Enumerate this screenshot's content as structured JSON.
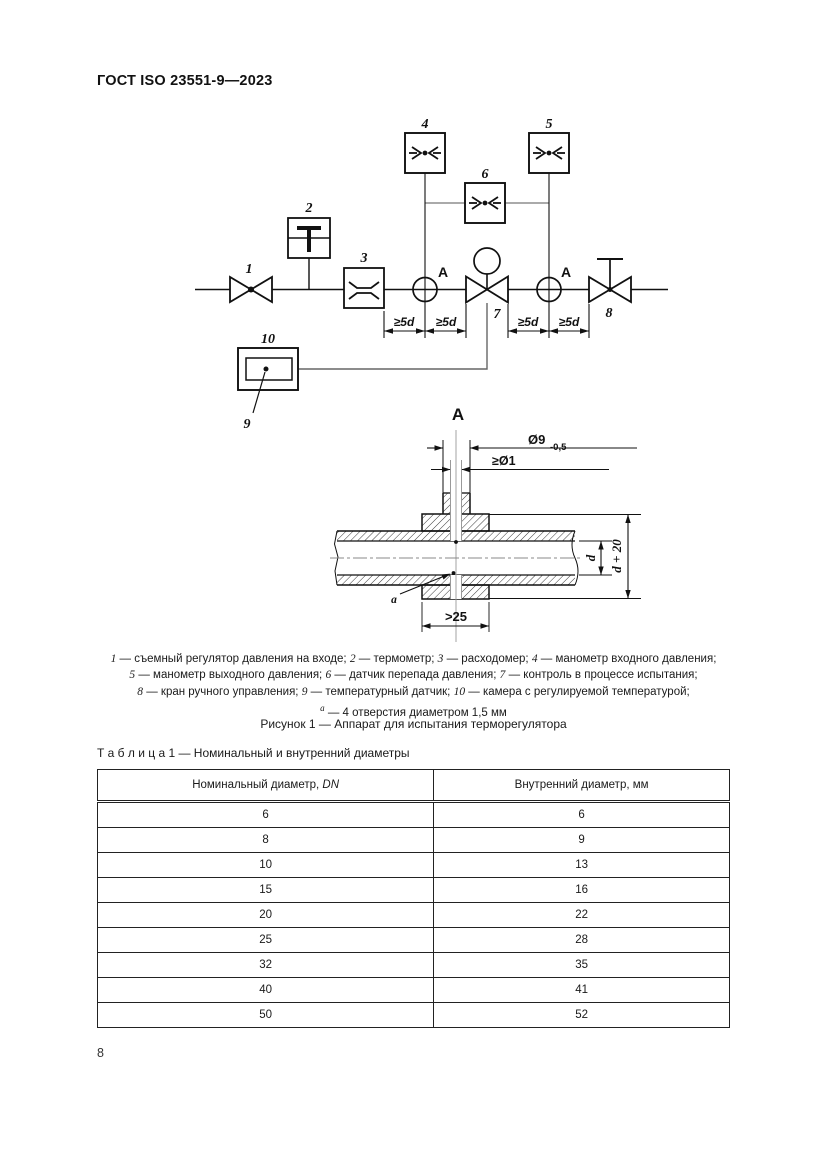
{
  "page": {
    "header": "ГОСТ ISO 23551-9—2023",
    "page_number": "8"
  },
  "figure": {
    "schematic": {
      "item_labels": {
        "i1": "1",
        "i2": "2",
        "i3": "3",
        "i4": "4",
        "i5": "5",
        "i6": "6",
        "i7": "7",
        "i8": "8",
        "i9": "9",
        "i10": "10"
      },
      "point_a_left": "A",
      "point_a_right": "A",
      "dims": [
        "≥5d",
        "≥5d",
        "≥5d",
        "≥5d"
      ]
    },
    "detail": {
      "title": "A",
      "dim_d9": "Ø9",
      "dim_d9_tol": "-0,5",
      "dim_min_hole": "≥Ø1",
      "dim_d": "d",
      "dim_d20": "d + 20",
      "dim_w25": ">25",
      "hole_ref": "a"
    },
    "legend": {
      "lines": [
        [
          {
            "n": "1",
            "t": "— съемный регулятор давления на входе;"
          },
          {
            "n": "2",
            "t": "— термометр;"
          },
          {
            "n": "3",
            "t": "— расходомер;"
          },
          {
            "n": "4",
            "t": "— манометр входного давления;"
          }
        ],
        [
          {
            "n": "5",
            "t": "— манометр выходного давления;"
          },
          {
            "n": "6",
            "t": "— датчик перепада давления;"
          },
          {
            "n": "7",
            "t": "— контроль в процессе испытания;"
          }
        ],
        [
          {
            "n": "8",
            "t": "— кран ручного управления;"
          },
          {
            "n": "9",
            "t": "— температурный датчик;"
          },
          {
            "n": "10",
            "t": "— камера с регулируемой температурой;"
          }
        ],
        [
          {
            "n": "a",
            "sup": true,
            "t": "— 4 отверстия диаметром 1,5 мм"
          }
        ]
      ]
    },
    "caption": "Рисунок 1 — Аппарат для испытания терморегулятора"
  },
  "table": {
    "title": "Т а б л и ц а  1 — Номинальный и внутренний диаметры",
    "headers": {
      "col1_text": "Номинальный диаметр, ",
      "col1_italic": "DN",
      "col2": "Внутренний диаметр, мм"
    },
    "rows": [
      [
        "6",
        "6"
      ],
      [
        "8",
        "9"
      ],
      [
        "10",
        "13"
      ],
      [
        "15",
        "16"
      ],
      [
        "20",
        "22"
      ],
      [
        "25",
        "28"
      ],
      [
        "32",
        "35"
      ],
      [
        "40",
        "41"
      ],
      [
        "50",
        "52"
      ]
    ]
  }
}
